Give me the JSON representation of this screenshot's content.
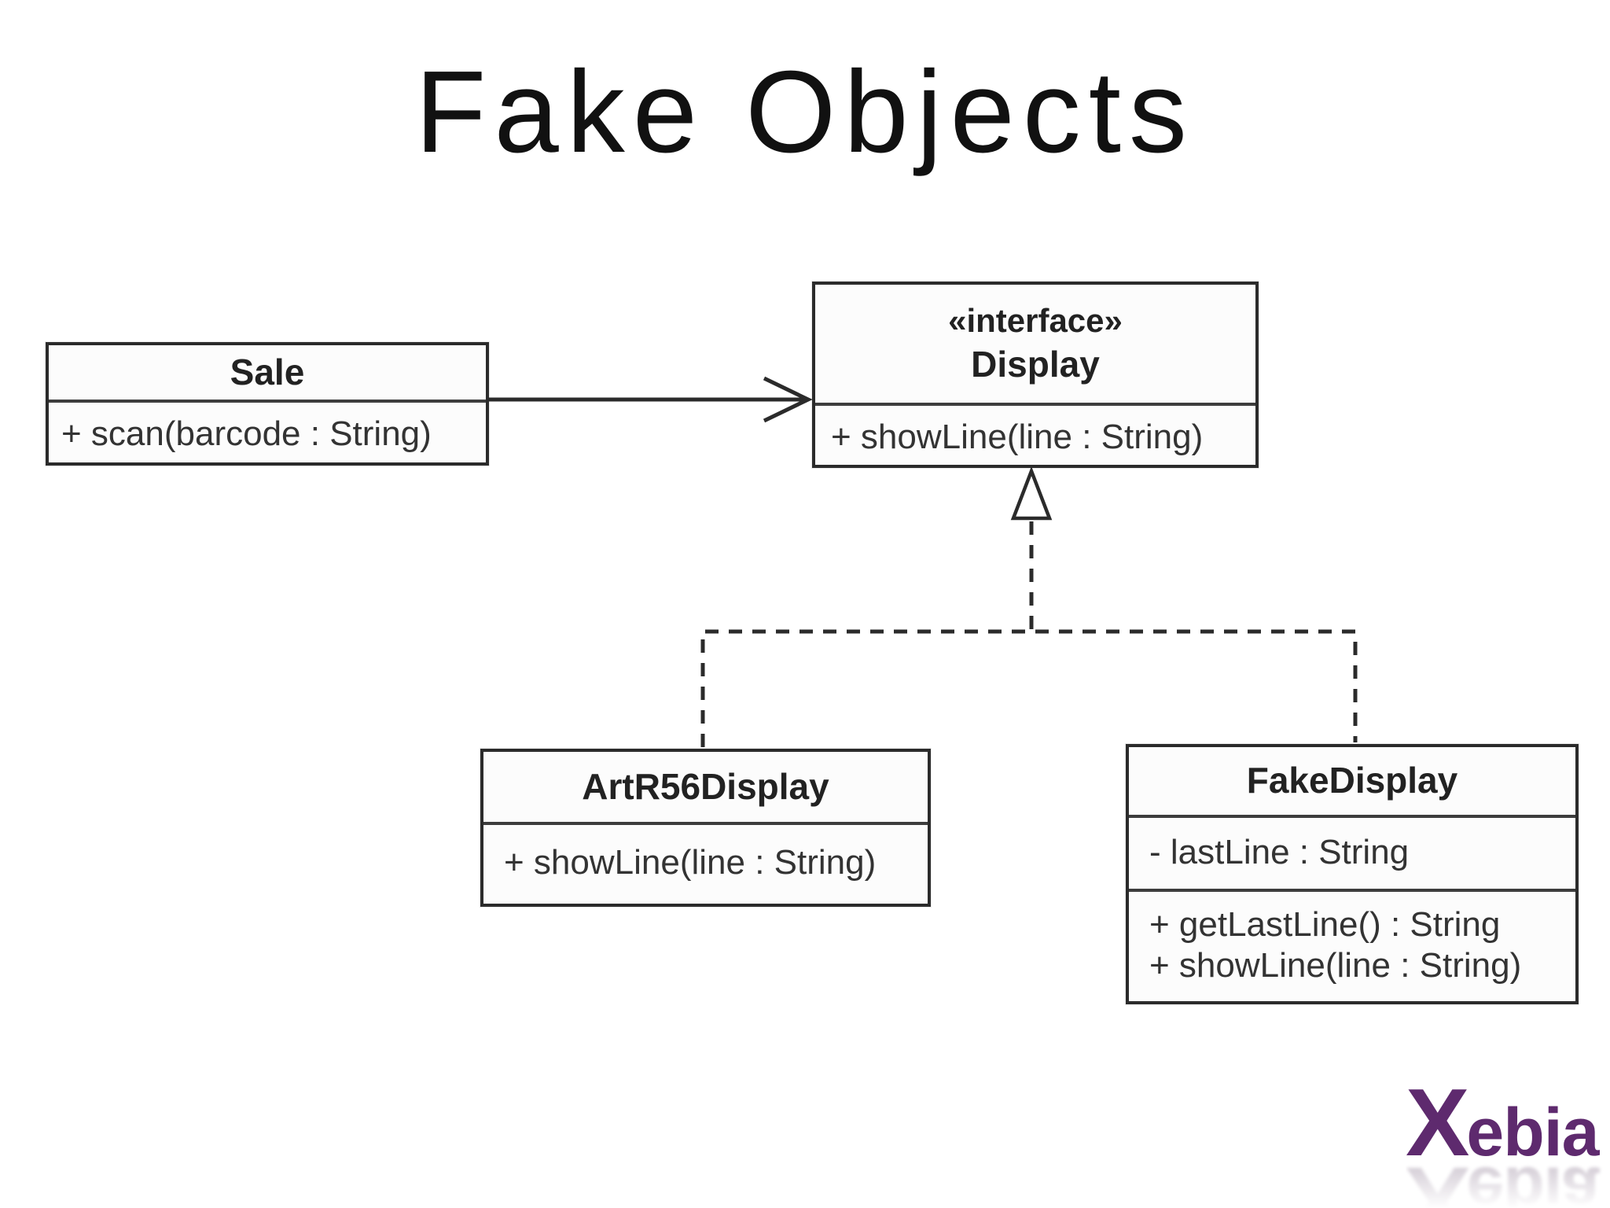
{
  "slide": {
    "title": "Fake Objects"
  },
  "diagram": {
    "sale": {
      "name": "Sale",
      "methods": [
        "+ scan(barcode : String)"
      ]
    },
    "display": {
      "stereotype": "«interface»",
      "name": "Display",
      "methods": [
        "+ showLine(line : String)"
      ]
    },
    "artr56display": {
      "name": "ArtR56Display",
      "methods": [
        "+ showLine(line : String)"
      ]
    },
    "fakedisplay": {
      "name": "FakeDisplay",
      "attributes": [
        "- lastLine : String"
      ],
      "methods": [
        "+ getLastLine() : String",
        "+ showLine(line : String)"
      ]
    },
    "relations": [
      {
        "type": "association",
        "from": "Sale",
        "to": "Display"
      },
      {
        "type": "realization",
        "from": "ArtR56Display",
        "to": "Display"
      },
      {
        "type": "realization",
        "from": "FakeDisplay",
        "to": "Display"
      }
    ]
  },
  "branding": {
    "logo_x": "X",
    "logo_rest": "ebia",
    "logo_color": "#5e2a6e"
  }
}
